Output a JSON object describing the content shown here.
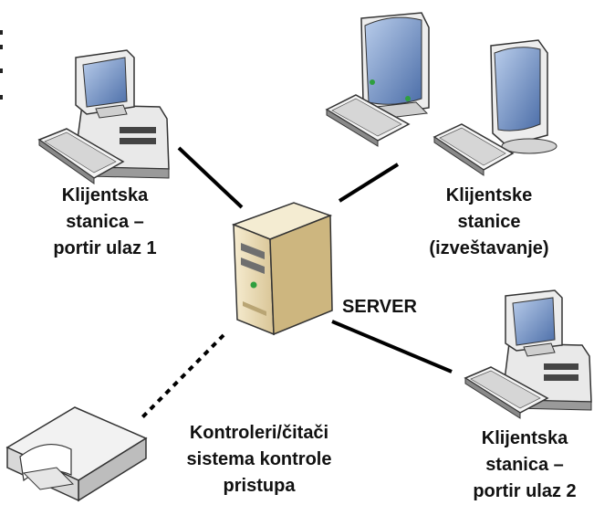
{
  "labels": {
    "client_portir1": [
      "Klijentska",
      "stanica –",
      "portir ulaz 1"
    ],
    "client_reporting": [
      "Klijentske",
      "stanice",
      "(izveštavanje)"
    ],
    "server": "SERVER",
    "controllers": [
      "Kontroleri/čitači",
      "sistema kontrole",
      "pristupa"
    ],
    "client_portir2": [
      "Klijentska",
      "stanica –",
      "portir ulaz 2"
    ]
  },
  "colors": {
    "line": "#000000",
    "device_body": "#f2f2f2",
    "device_shadow": "#bdbdbd",
    "server_body": "#efe3c0",
    "screen": "#6f8fc4"
  }
}
